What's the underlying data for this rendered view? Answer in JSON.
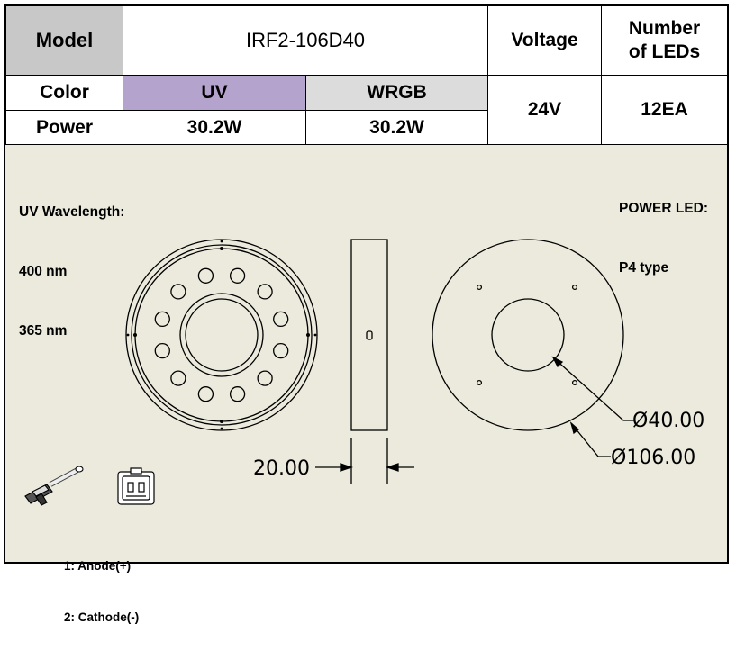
{
  "table": {
    "model_label": "Model",
    "model_value": "IRF2-106D40",
    "voltage_label": "Voltage",
    "leds_label_line1": "Number",
    "leds_label_line2": "of LEDs",
    "color_label": "Color",
    "power_label": "Power",
    "uv_label": "UV",
    "wrgb_label": "WRGB",
    "uv_power": "30.2W",
    "wrgb_power": "30.2W",
    "voltage_value": "24V",
    "leds_value": "12EA"
  },
  "notes": {
    "wavelength_title": "UV Wavelength:",
    "wavelength_1": "400 nm",
    "wavelength_2": "365 nm",
    "power_led_title": "POWER LED:",
    "power_led_type": "P4 type",
    "pin_1": "1: Anode(+)",
    "pin_2": "2: Cathode(-)"
  },
  "dimensions": {
    "thickness": "20.00",
    "inner_diameter": "Ø40.00",
    "outer_diameter": "Ø106.00"
  },
  "colors": {
    "uv_cell": "#b4a3cc",
    "wrgb_cell": "#dcdcdc",
    "model_label_cell": "#c8c8c8",
    "drawing_background": "#ebeadc"
  }
}
